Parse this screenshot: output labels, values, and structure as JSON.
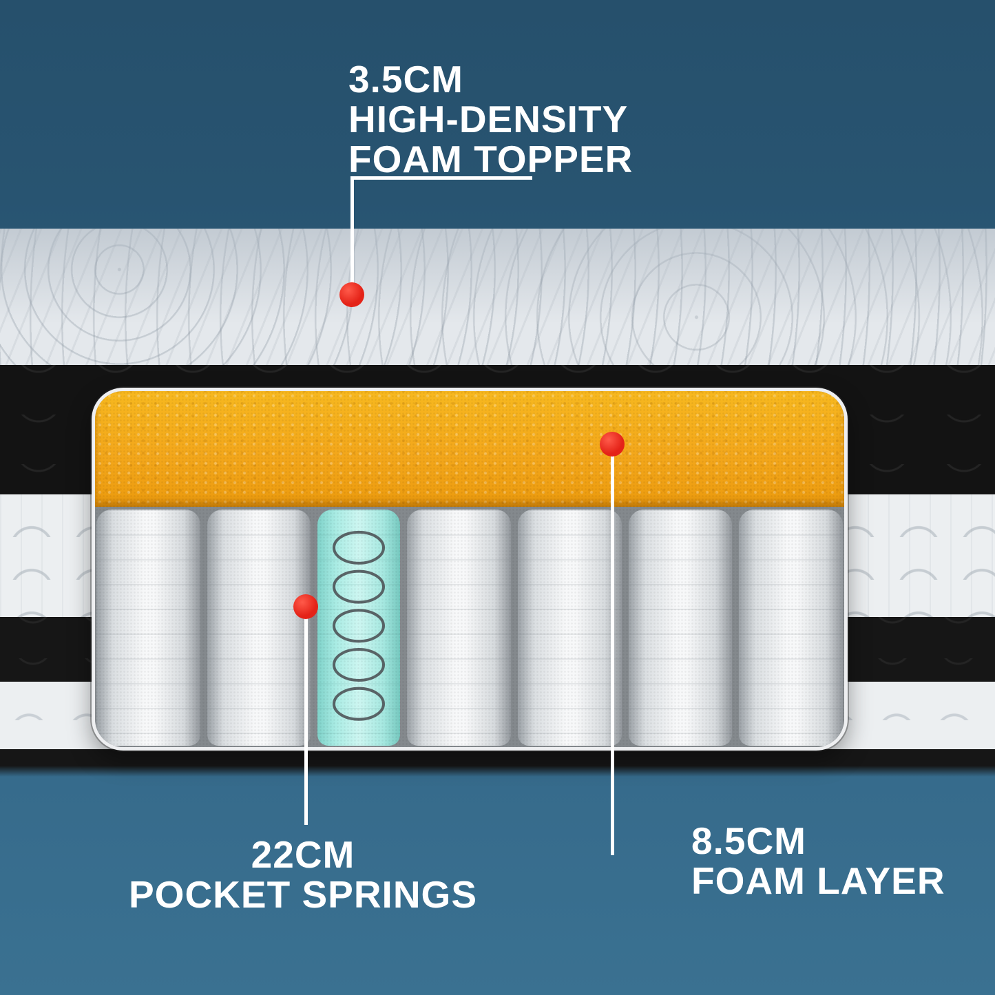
{
  "figure": {
    "type": "product-infographic",
    "subject": "mattress cross-section showing internal layers"
  },
  "colors": {
    "bg-top": "#26506c",
    "bg-bottom": "#3a7191",
    "accent-red": "#e42318",
    "foam-orange": "#f3a71b",
    "spring-highlight": "#a9ece4",
    "label-text": "#ffffff"
  },
  "callouts": {
    "topper": {
      "line1": "3.5CM",
      "line2": "HIGH-DENSITY",
      "line3": "FOAM TOPPER"
    },
    "springs": {
      "line1": "22CM",
      "line2": "POCKET SPRINGS"
    },
    "foam": {
      "line1": "8.5CM",
      "line2": "FOAM LAYER"
    }
  }
}
